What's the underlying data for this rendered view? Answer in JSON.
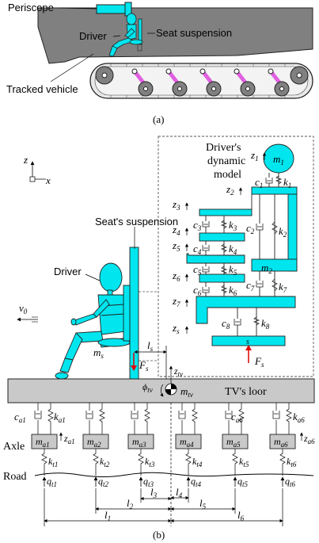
{
  "colors": {
    "cyan": "#00e5ee",
    "hull": "#808080",
    "floor": "#c9c9c9",
    "mass_box": "#c9c9c9",
    "wheel": "#808080",
    "pink_arm": "#e060e0",
    "force_arrow": "#e00000"
  },
  "panel_a": {
    "periscope": "Periscope",
    "driver": "Driver",
    "seat_suspension": "Seat suspension",
    "tracked_vehicle": "Tracked vehicle",
    "caption": "(a)"
  },
  "panel_b": {
    "axis_z": "z",
    "axis_x": "x",
    "velocity": "v",
    "velocity_sub": "0",
    "dynamic_model_title": [
      "Driver's",
      "dynamic",
      "model"
    ],
    "seats_suspension": "Seat's suspension",
    "driver": "Driver",
    "seat_mass": "m",
    "seat_mass_sub": "s",
    "ls": "l",
    "ls_sub": "s",
    "Fs": "F",
    "Fs_sub": "s",
    "ztv": "z",
    "ztv_sub": "tv",
    "phitv": "ϕ",
    "phitv_sub": "tv",
    "mtv": "m",
    "mtv_sub": "tv",
    "floor_label": "TV's loor",
    "axle_label": "Axle",
    "road_label": "Road",
    "caption": "(b)",
    "model": {
      "z1": "z",
      "z1_sub": "1",
      "z2": "z",
      "z2_sub": "2",
      "z3": "z",
      "z3_sub": "3",
      "z4": "z",
      "z4_sub": "4",
      "z5": "z",
      "z5_sub": "5",
      "z6": "z",
      "z6_sub": "6",
      "z7": "z",
      "z7_sub": "7",
      "zs": "z",
      "zs_sub": "s",
      "m1": "m",
      "m1_sub": "1",
      "m2": "m",
      "m2_sub": "2",
      "s_plate": "s",
      "c1": "c",
      "c1_sub": "1",
      "k1": "k",
      "k1_sub": "1",
      "c2": "c",
      "c2_sub": "2",
      "k2": "k",
      "k2_sub": "2",
      "c3": "c",
      "c3_sub": "3",
      "k3": "k",
      "k3_sub": "3",
      "c4": "c",
      "c4_sub": "4",
      "k4": "k",
      "k4_sub": "4",
      "c5": "c",
      "c5_sub": "5",
      "k5": "k",
      "k5_sub": "5",
      "c6": "c",
      "c6_sub": "6",
      "k6": "k",
      "k6_sub": "6",
      "c7": "c",
      "c7_sub": "7",
      "k7": "k",
      "k7_sub": "7",
      "c8": "c",
      "c8_sub": "8",
      "k8": "k",
      "k8_sub": "8",
      "Fs": "F",
      "Fs_sub": "s"
    },
    "axles": [
      {
        "m": "m",
        "m_sub": "a1",
        "kt": "k",
        "kt_sub": "t1",
        "q": "q",
        "q_sub": "t1"
      },
      {
        "m": "m",
        "m_sub": "a2",
        "kt": "k",
        "kt_sub": "t2",
        "q": "q",
        "q_sub": "t2"
      },
      {
        "m": "m",
        "m_sub": "a3",
        "kt": "k",
        "kt_sub": "t3",
        "q": "q",
        "q_sub": "t3"
      },
      {
        "m": "m",
        "m_sub": "a4",
        "kt": "k",
        "kt_sub": "t4",
        "q": "q",
        "q_sub": "t4"
      },
      {
        "m": "m",
        "m_sub": "a5",
        "kt": "k",
        "kt_sub": "t5",
        "q": "q",
        "q_sub": "t5"
      },
      {
        "m": "m",
        "m_sub": "a6",
        "kt": "k",
        "kt_sub": "t6",
        "q": "q",
        "q_sub": "t6"
      }
    ],
    "ca1": "c",
    "ca1_sub": "a1",
    "ka1": "k",
    "ka1_sub": "a1",
    "ca6": "c",
    "ca6_sub": "a6",
    "ka6": "k",
    "ka6_sub": "a6",
    "za1": "z",
    "za1_sub": "a1",
    "za6": "z",
    "za6_sub": "a6",
    "dims": {
      "l1": "l",
      "l1_sub": "1",
      "l2": "l",
      "l2_sub": "2",
      "l3": "l",
      "l3_sub": "3",
      "l4": "l",
      "l4_sub": "4",
      "l5": "l",
      "l5_sub": "5",
      "l6": "l",
      "l6_sub": "6"
    }
  }
}
